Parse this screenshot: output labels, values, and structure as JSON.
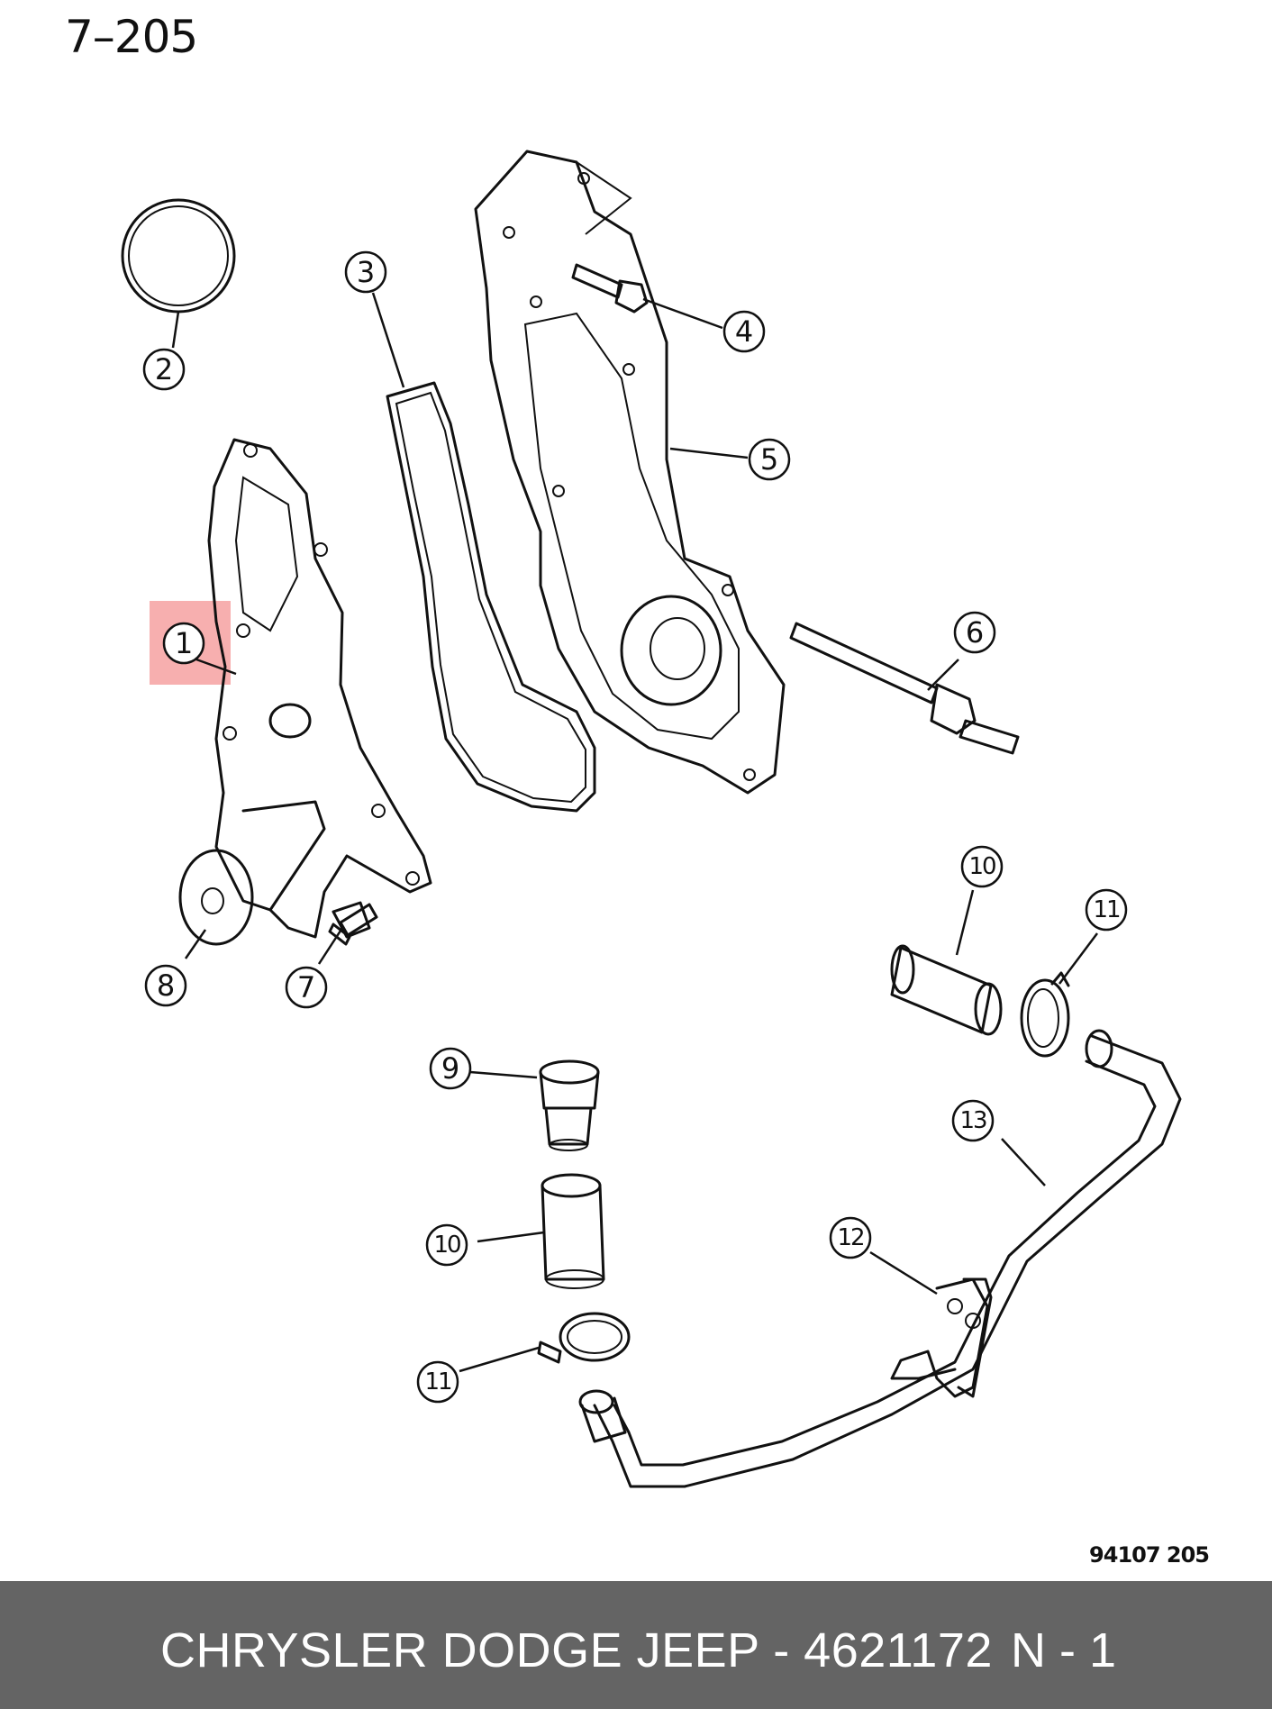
{
  "page_number": "7–205",
  "figure_code": "94107  205",
  "callouts": [
    {
      "id": "c1",
      "label": "1"
    },
    {
      "id": "c2",
      "label": "2"
    },
    {
      "id": "c3",
      "label": "3"
    },
    {
      "id": "c4",
      "label": "4"
    },
    {
      "id": "c5",
      "label": "5"
    },
    {
      "id": "c6",
      "label": "6"
    },
    {
      "id": "c7",
      "label": "7"
    },
    {
      "id": "c8",
      "label": "8"
    },
    {
      "id": "c9",
      "label": "9"
    },
    {
      "id": "c10a",
      "label": "10"
    },
    {
      "id": "c10b",
      "label": "10"
    },
    {
      "id": "c11a",
      "label": "11"
    },
    {
      "id": "c11b",
      "label": "11"
    },
    {
      "id": "c12",
      "label": "12"
    },
    {
      "id": "c13",
      "label": "13"
    }
  ],
  "highlighted_callout": "1",
  "footer": {
    "part_text": "CHRYSLER DODGE JEEP - 4621172",
    "quantity": "N - 1"
  },
  "colors": {
    "highlight": "#f06e6e",
    "footer_bg": "#646464",
    "line": "#111111"
  }
}
